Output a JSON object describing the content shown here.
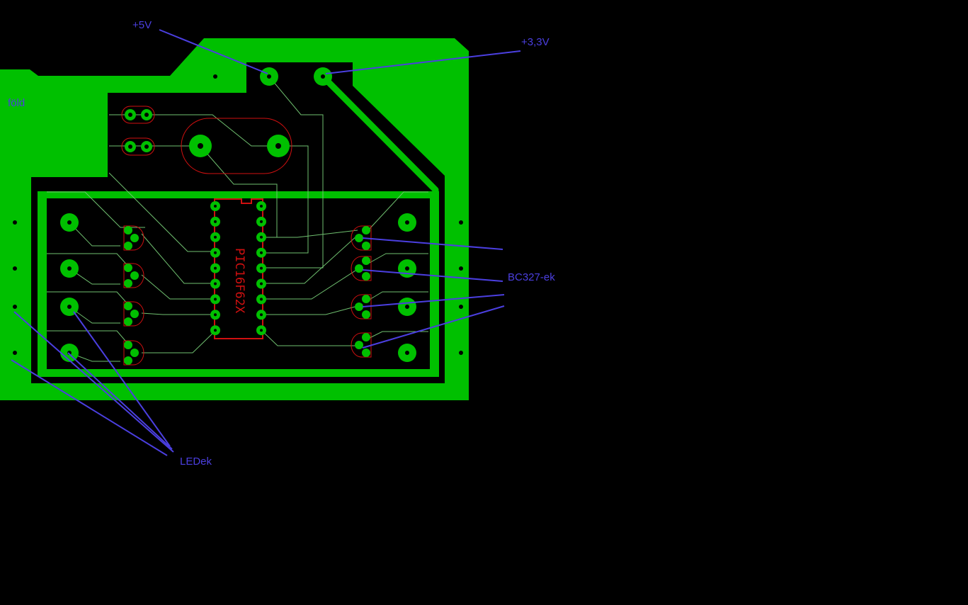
{
  "colors": {
    "background": "#000000",
    "copper": "#00c000",
    "silkscreen": "#d01010",
    "trace": "#6fbf6f",
    "annotation": "#4b3fe0"
  },
  "labels": {
    "plus5v": "+5V",
    "plus33v": "+3,3V",
    "fold": "föld",
    "transistors": "BC327-ek",
    "leds": "LEDek"
  },
  "chip": {
    "name": "PIC16F62X"
  }
}
